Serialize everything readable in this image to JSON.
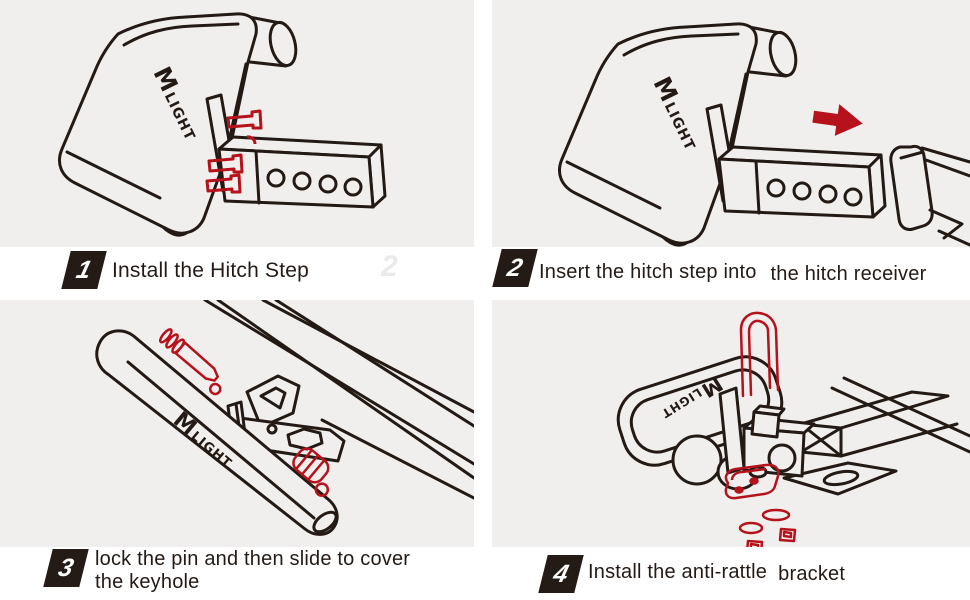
{
  "colors": {
    "line": "#231a15",
    "accent_red": "#b5121b",
    "panel_background": "#f0efed",
    "band_background": "#ffffff",
    "badge_background": "#241a16",
    "badge_text": "#ffffff",
    "ghost_number": "#ebeae9",
    "caption_text": "#231a15"
  },
  "brand": {
    "logo_m": "M",
    "logo_rest": "LIGHT"
  },
  "steps": [
    {
      "number": "1",
      "caption": "Install the Hitch Step",
      "ghost_number": "2"
    },
    {
      "number": "2",
      "caption_a": "Insert the hitch step into",
      "caption_b": "the hitch receiver"
    },
    {
      "number": "3",
      "caption_line1": "lock the pin and then slide to cover",
      "caption_line2": "the keyhole"
    },
    {
      "number": "4",
      "caption_a": "Install the anti-rattle",
      "caption_b": "bracket"
    }
  ]
}
